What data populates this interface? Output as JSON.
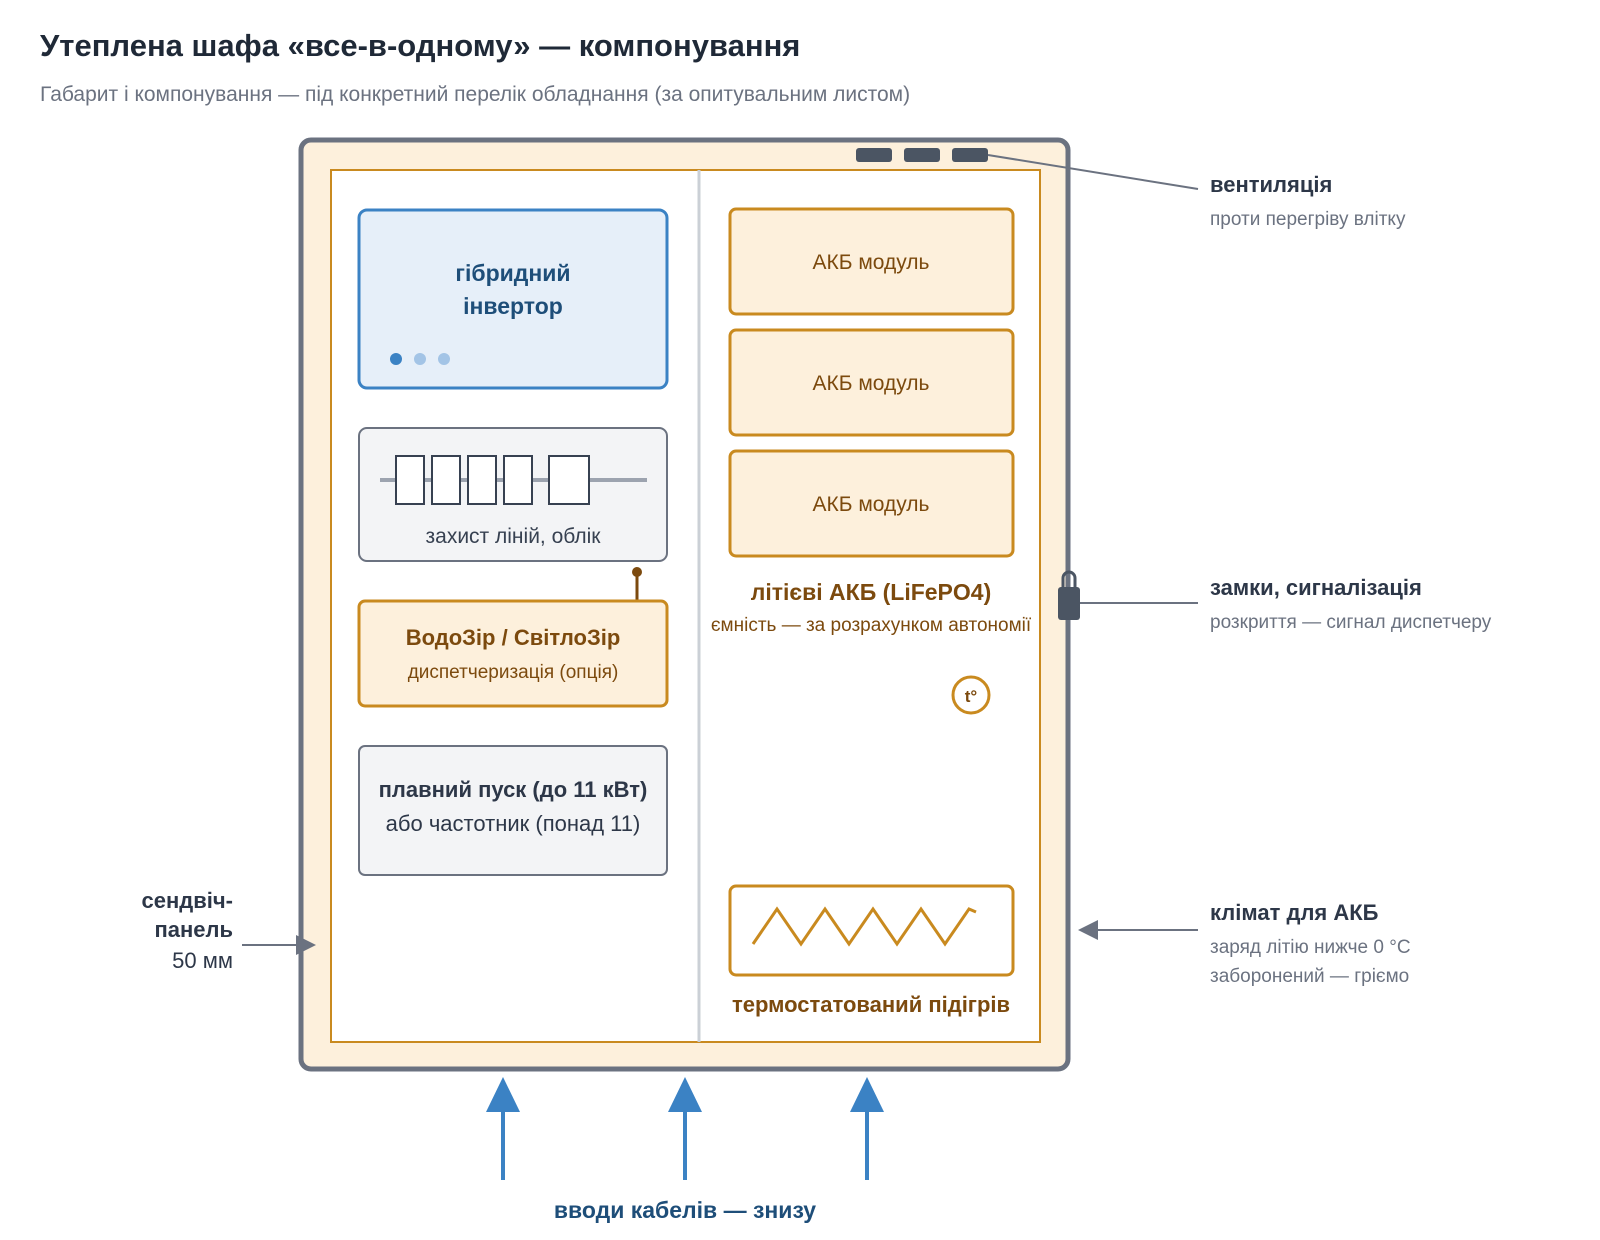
{
  "header": {
    "title": "Утеплена шафа «все-в-одному» — компонування",
    "subtitle": "Габарит і компонування — під конкретний перелік обладнання (за опитувальним листом)"
  },
  "inverter": {
    "line1": "гібридний",
    "line2": "інвертор"
  },
  "protection": {
    "label": "захист ліній, облік"
  },
  "dispatch": {
    "title": "ВодоЗір / СвітлоЗір",
    "subtitle": "диспетчеризація (опція)"
  },
  "softstart": {
    "line1": "плавний пуск (до 11 кВт)",
    "line2": "або частотник (понад 11)"
  },
  "battery": {
    "modules": [
      "АКБ модуль",
      "АКБ модуль",
      "АКБ модуль"
    ],
    "title": "літієві АКБ (LiFePO4)",
    "subtitle": "ємність — за розрахунком автономії"
  },
  "thermo": {
    "symbol": "t°"
  },
  "heater": {
    "label": "термостатований підігрів"
  },
  "callouts": {
    "ventilation": {
      "title": "вентиляція",
      "text": "проти перегріву влітку"
    },
    "locks": {
      "title": "замки, сигналізація",
      "text": "розкриття — сигнал диспетчеру"
    },
    "climate": {
      "title": "клімат для АКБ",
      "text1": "заряд літію нижче 0 °C",
      "text2": "заборонений — гріємо"
    },
    "sandwich": {
      "line1": "сендвіч-",
      "line2": "панель",
      "line3": "50 мм"
    }
  },
  "cables": {
    "label": "вводи кабелів — знизу"
  },
  "colors": {
    "cabinet_fill": "#fdf0dc",
    "cabinet_stroke": "#6b7280",
    "orange": "#c98a1f",
    "orange_text": "#7c4a0e",
    "blue": "#3b82c4",
    "blue_fill": "#e6eff9",
    "blue_text": "#1e4e79",
    "gray_fill": "#f3f4f6",
    "navy": "#2d3748"
  }
}
